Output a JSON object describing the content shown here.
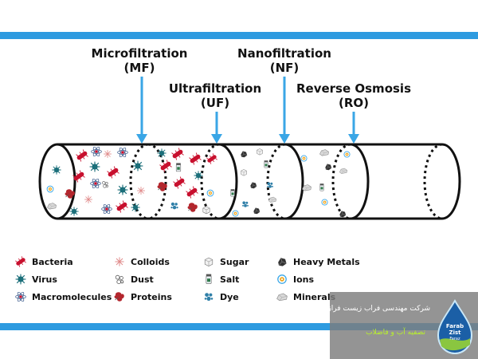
{
  "colors": {
    "accent_blue": "#2e9be0",
    "arrow_blue": "#3aa6e6",
    "bacteria_red": "#c8102e",
    "virus_teal": "#1b6f7a",
    "protein_red": "#b3262d",
    "watermark_green": "#b9f22a"
  },
  "stages": [
    {
      "name": "Microfiltration",
      "abbr": "(MF)"
    },
    {
      "name": "Ultrafiltration",
      "abbr": "(UF)"
    },
    {
      "name": "Nanofiltration",
      "abbr": "(NF)"
    },
    {
      "name": "Reverse Osmosis",
      "abbr": "(RO)"
    }
  ],
  "legend": [
    {
      "label": "Bacteria",
      "icon": "bacteria-icon"
    },
    {
      "label": "Virus",
      "icon": "virus-icon"
    },
    {
      "label": "Macromolecules",
      "icon": "macromolecule-icon"
    },
    {
      "label": "Colloids",
      "icon": "colloid-icon"
    },
    {
      "label": "Dust",
      "icon": "dust-icon"
    },
    {
      "label": "Proteins",
      "icon": "protein-icon"
    },
    {
      "label": "Sugar",
      "icon": "sugar-icon"
    },
    {
      "label": "Salt",
      "icon": "salt-icon"
    },
    {
      "label": "Dye",
      "icon": "dye-icon"
    },
    {
      "label": "Heavy Metals",
      "icon": "heavy-metal-icon"
    },
    {
      "label": "Ions",
      "icon": "ion-icon"
    },
    {
      "label": "Minerals",
      "icon": "mineral-icon"
    }
  ],
  "watermark": {
    "company": "شرکت مهندسی فراب زیست فراز",
    "service": "تصفیه آب و فاضلاب",
    "logo_line1": "Farab",
    "logo_line2": "Zist",
    "logo_line3": "Faraz"
  }
}
